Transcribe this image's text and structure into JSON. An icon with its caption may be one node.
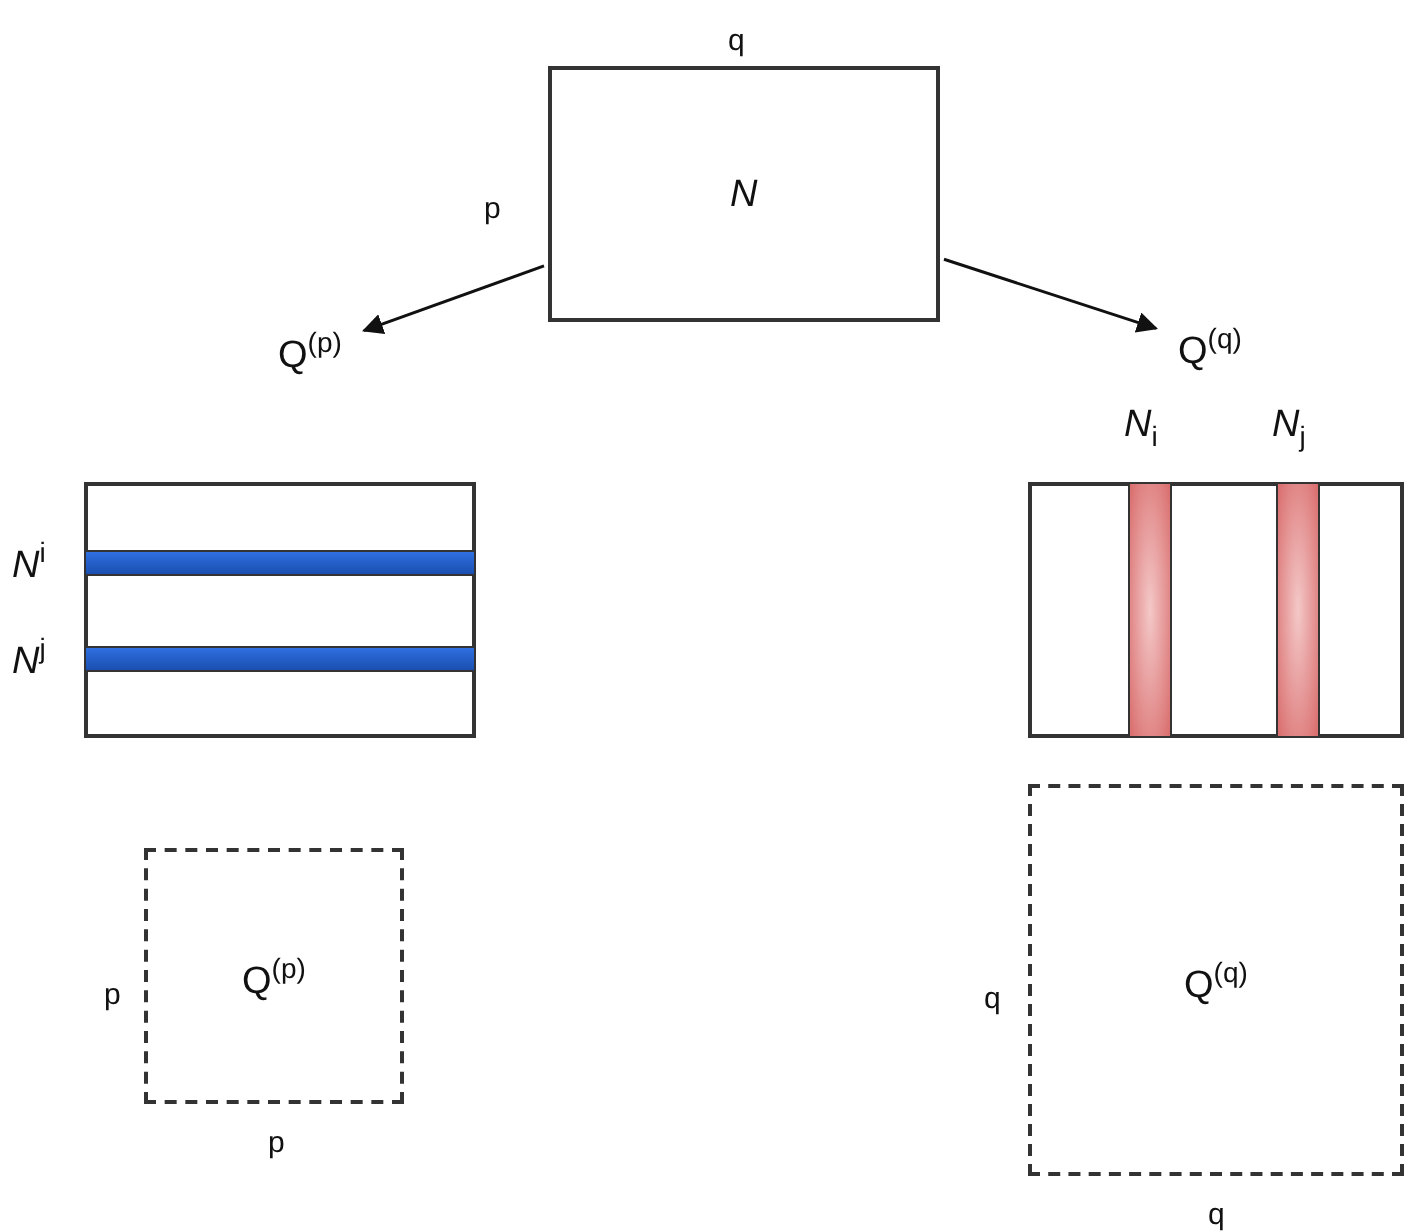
{
  "diagram": {
    "nodes": [
      {
        "text": [
          "N"
        ],
        "beside": [
          "q",
          "p"
        ]
      },
      {
        "text": [
          "Q$^{(p)}$"
        ]
      },
      {
        "text": [
          "Q$^{(q)}$"
        ]
      },
      {
        "text": [],
        "shape": "box"
      },
      {
        "text": [
          "*N*$^{i}$"
        ],
        "in": 3
      },
      {
        "text": [
          "*N*$^{j}$"
        ],
        "in": 3
      },
      {
        "text": [],
        "shape": "box"
      },
      {
        "text": [
          "*N*$_{i}$"
        ],
        "in": 6
      },
      {
        "text": [
          "*N*$_{j}$"
        ],
        "in": 6
      },
      {
        "text": [
          "Q$^{(p)}$"
        ],
        "beside": [
          "p",
          "p"
        ]
      },
      {
        "text": [
          "Q$^{(q)}$"
        ],
        "beside": [
          "q",
          "q"
        ]
      }
    ],
    "edges": [
      {
        "from": 0,
        "to": 1,
        "arrow": "to"
      },
      {
        "from": 0,
        "to": 2,
        "arrow": "to"
      }
    ]
  }
}
